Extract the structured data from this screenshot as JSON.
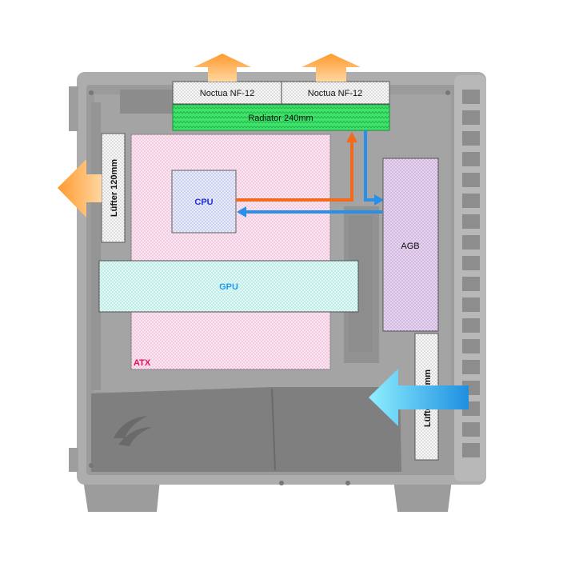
{
  "diagram": {
    "components": {
      "fan_top_left": "Noctua NF-12",
      "fan_top_right": "Noctua NF-12",
      "radiator": "Radiator 240mm",
      "fan_rear": "Lüfter 120mm",
      "fan_front": "Lüfter 140mm",
      "cpu": "CPU",
      "gpu": "GPU",
      "reservoir": "AGB",
      "motherboard": "ATX"
    },
    "colors": {
      "case_body": "#a8a8a8",
      "case_dark": "#8a8a8a",
      "fan_fill": "#f7f7f7",
      "radiator_fill": "#3fe36a",
      "motherboard_fill": "#fbe3f0",
      "motherboard_dots": "#e05aa0",
      "cpu_fill": "#e8eaf8",
      "cpu_text": "#1f2fd6",
      "gpu_fill": "#dff7f4",
      "gpu_text": "#1e9bf0",
      "reservoir_fill": "#e6d4ec",
      "atx_text": "#e0105a",
      "arrow_exhaust": "#ffab4a",
      "arrow_intake": "#39c4f5",
      "pipe_hot": "#f26a1b",
      "pipe_cold": "#2a8fe8"
    }
  }
}
